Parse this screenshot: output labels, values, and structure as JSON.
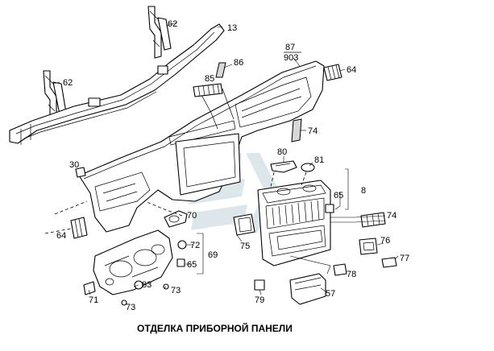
{
  "caption": "ОТДЕЛКА ПРИБОРНОЙ ПАНЕЛИ",
  "labels": {
    "l62a": "62",
    "l13": "13",
    "l62b": "62",
    "l87": "87",
    "l903": "903",
    "l64a": "64",
    "l86": "86",
    "l85": "85",
    "l74a": "74",
    "l30": "30",
    "l80": "80",
    "l81": "81",
    "l8": "8",
    "l65a": "65",
    "l70": "70",
    "l74b": "74",
    "l64b": "64",
    "l75": "75",
    "l76": "76",
    "l72": "72",
    "l69": "69",
    "l65b": "65",
    "l77": "77",
    "l78": "78",
    "l83": "83",
    "l73a": "73",
    "l71": "71",
    "l79": "79",
    "l57": "57",
    "l73b": "73"
  }
}
